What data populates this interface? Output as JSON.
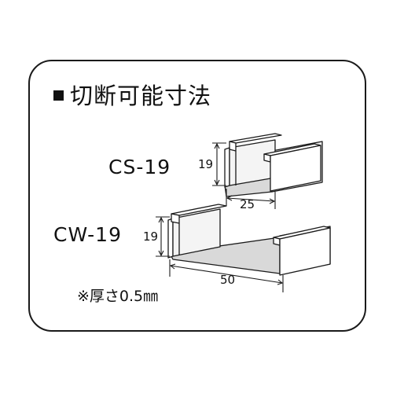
{
  "heading": {
    "text": "切断可能寸法"
  },
  "cs19": {
    "label": "CS-19",
    "height_mm": "19",
    "width_mm": "25"
  },
  "cw19": {
    "label": "CW-19",
    "height_mm": "19",
    "width_mm": "50"
  },
  "note": {
    "text": "※厚さ0.5㎜"
  },
  "colors": {
    "line": "#1a1a1a",
    "face_light": "#ffffff",
    "face_shade": "#d9d9d9",
    "face_mid": "#ececec"
  },
  "icons": {
    "bullet": "square-bullet-icon"
  }
}
